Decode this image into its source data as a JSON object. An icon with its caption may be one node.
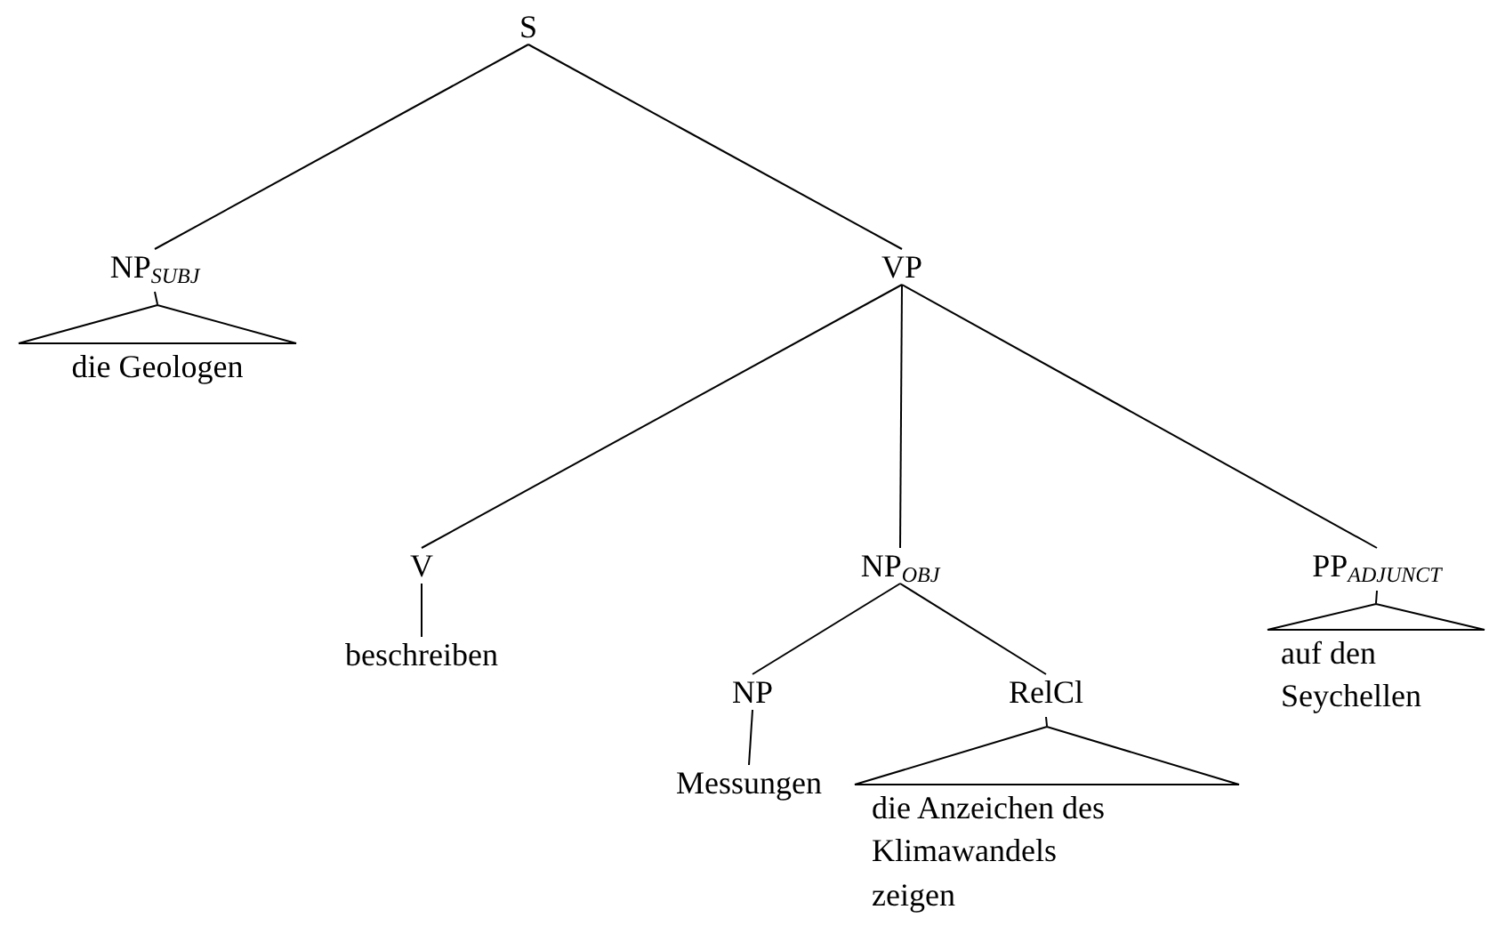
{
  "diagram": {
    "nodes": [
      {
        "text": [
          "S"
        ]
      },
      {
        "text": [
          "NP$_{SUBJ}$"
        ]
      },
      {
        "text": [
          "die Geologen"
        ]
      },
      {
        "text": [
          "VP"
        ]
      },
      {
        "text": [
          "V"
        ]
      },
      {
        "text": [
          "beschreiben"
        ]
      },
      {
        "text": [
          "NP$_{OBJ}$"
        ]
      },
      {
        "text": [
          "PP$_{ADJUNCT}$"
        ]
      },
      {
        "text": [
          "auf den Seychellen"
        ]
      },
      {
        "text": [
          "NP"
        ]
      },
      {
        "text": [
          "Messungen"
        ]
      },
      {
        "text": [
          "RelCl"
        ]
      },
      {
        "text": [
          "die Anzeichen des Klimawandels zeigen"
        ]
      }
    ],
    "edges": [
      {
        "from": 0,
        "to": 1,
        "arrow": "none"
      },
      {
        "from": 0,
        "to": 3,
        "arrow": "none"
      },
      {
        "from": 1,
        "to": 2,
        "arrow": "none"
      },
      {
        "from": 3,
        "to": 4,
        "arrow": "none"
      },
      {
        "from": 3,
        "to": 6,
        "arrow": "none"
      },
      {
        "from": 3,
        "to": 7,
        "arrow": "none"
      },
      {
        "from": 4,
        "to": 5,
        "arrow": "none"
      },
      {
        "from": 6,
        "to": 9,
        "arrow": "none"
      },
      {
        "from": 6,
        "to": 11,
        "arrow": "none"
      },
      {
        "from": 7,
        "to": 8,
        "arrow": "none"
      },
      {
        "from": 9,
        "to": 10,
        "arrow": "none"
      },
      {
        "from": 11,
        "to": 12,
        "arrow": "none"
      }
    ]
  }
}
